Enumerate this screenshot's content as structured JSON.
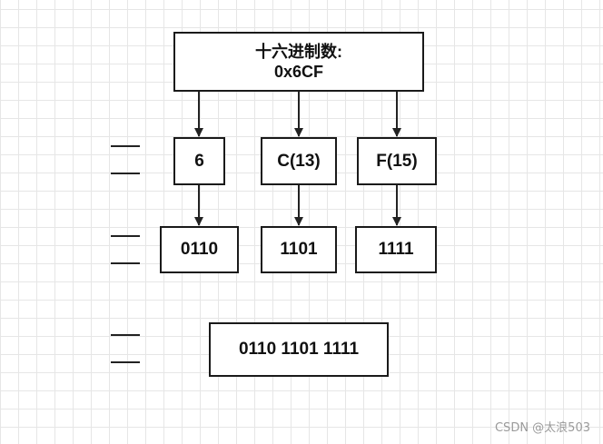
{
  "title_box": {
    "line1": "十六进制数:",
    "line2": "0x6CF"
  },
  "digits": [
    "6",
    "C(13)",
    "F(15)"
  ],
  "nibbles": [
    "0110",
    "1101",
    "1111"
  ],
  "result": "0110 1101 1111",
  "watermark": "CSDN @太浪503"
}
